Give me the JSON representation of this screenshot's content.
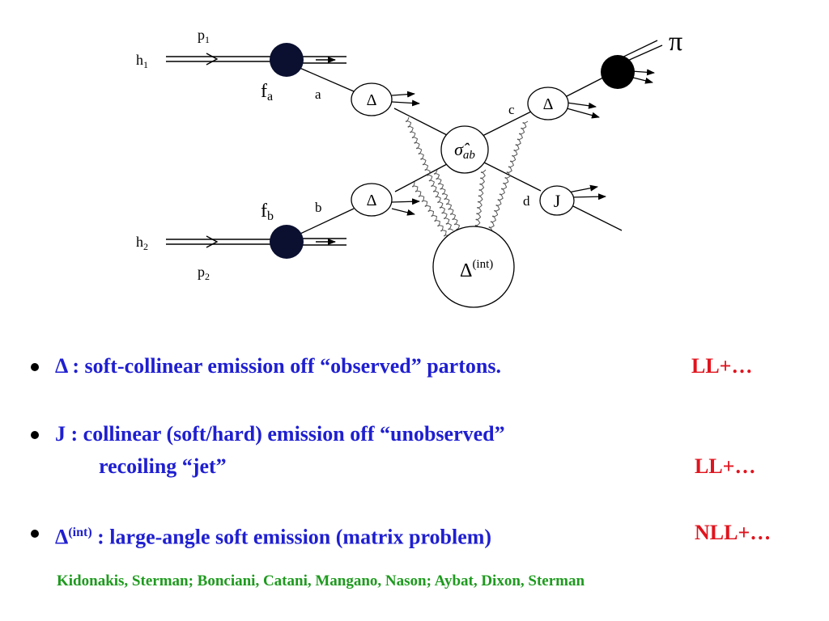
{
  "diagram": {
    "labels": {
      "h1": "h",
      "h1_sub": "1",
      "h2": "h",
      "h2_sub": "2",
      "p1": "p",
      "p1_sub": "1",
      "p2": "p",
      "p2_sub": "2",
      "fa": "f",
      "fa_sub": "a",
      "fb": "f",
      "fb_sub": "b",
      "a": "a",
      "b": "b",
      "c": "c",
      "d": "d",
      "pi": "π",
      "delta": "Δ",
      "jet": "J",
      "sigma": "σ̂",
      "sigma_sub": "ab",
      "delta_int": "Δ",
      "delta_int_sup": "(int)"
    }
  },
  "bullets": [
    {
      "symbol": "Δ",
      "text": " :  soft-collinear emission off “observed” partons.",
      "order": "LL+…"
    },
    {
      "symbol": "J",
      "text": " :  collinear (soft/hard) emission off  “unobserved”",
      "text2": "recoiling “jet”",
      "order": "LL+…"
    },
    {
      "symbol": "Δ",
      "sup": "(int)",
      "text": " : large-angle soft emission (matrix problem)",
      "order": "NLL+…"
    }
  ],
  "references": "Kidonakis, Sterman; Bonciani, Catani, Mangano, Nason; Aybat, Dixon, Sterman"
}
